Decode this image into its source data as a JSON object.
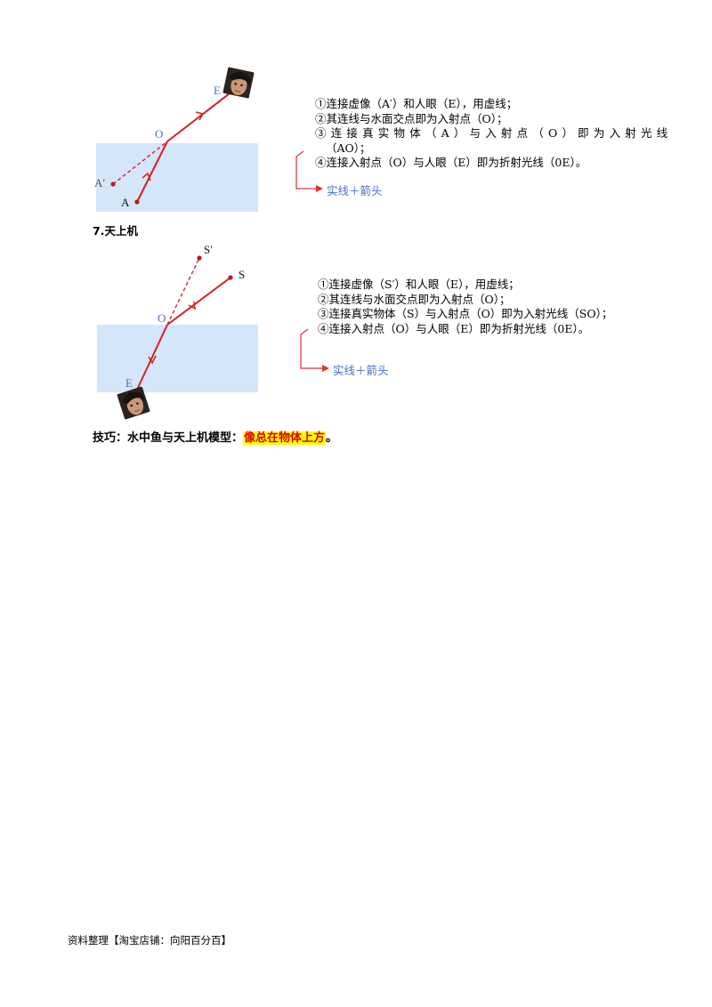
{
  "diagram1": {
    "labels": {
      "E": "E",
      "O": "O",
      "A_image": "A′",
      "A": "A"
    },
    "colors": {
      "water": "#d4e6fa",
      "ray": "#d42020",
      "point": "#c01818",
      "blue_label": "#4a6fc4",
      "dark_label": "#333333"
    }
  },
  "steps1": {
    "line1": "①连接虚像（A′）和人眼（E），用虚线；",
    "line2": "②其连线与水面交点即为入射点（O）；",
    "line3": "③连接真实物体（A）与入射点（O）即为入射光线",
    "line4": "（AO）；",
    "line5": "④连接入射点（O）与人眼（E）即为折射光线（0E）。",
    "note": "实线＋箭头"
  },
  "section7": {
    "heading": "7.天上机"
  },
  "diagram2": {
    "labels": {
      "S_image": "S′",
      "S": "S",
      "O": "O",
      "E": "E"
    }
  },
  "steps2": {
    "line1": "①连接虚像（S′）和人眼（E），用虚线；",
    "line2": "②其连线与水面交点即为入射点（O）；",
    "line3": "③连接真实物体（S）与入射点（O）即为入射光线（SO）；",
    "line4": "④连接入射点（O）与人眼（E）即为折射光线（0E）。",
    "note": "实线＋箭头"
  },
  "tip": {
    "prefix": "技巧：水中鱼与天上机模型：",
    "highlight": "像总在物体上方",
    "suffix": "。"
  },
  "footer": {
    "text": "资料整理【淘宝店铺：向阳百分百】"
  }
}
